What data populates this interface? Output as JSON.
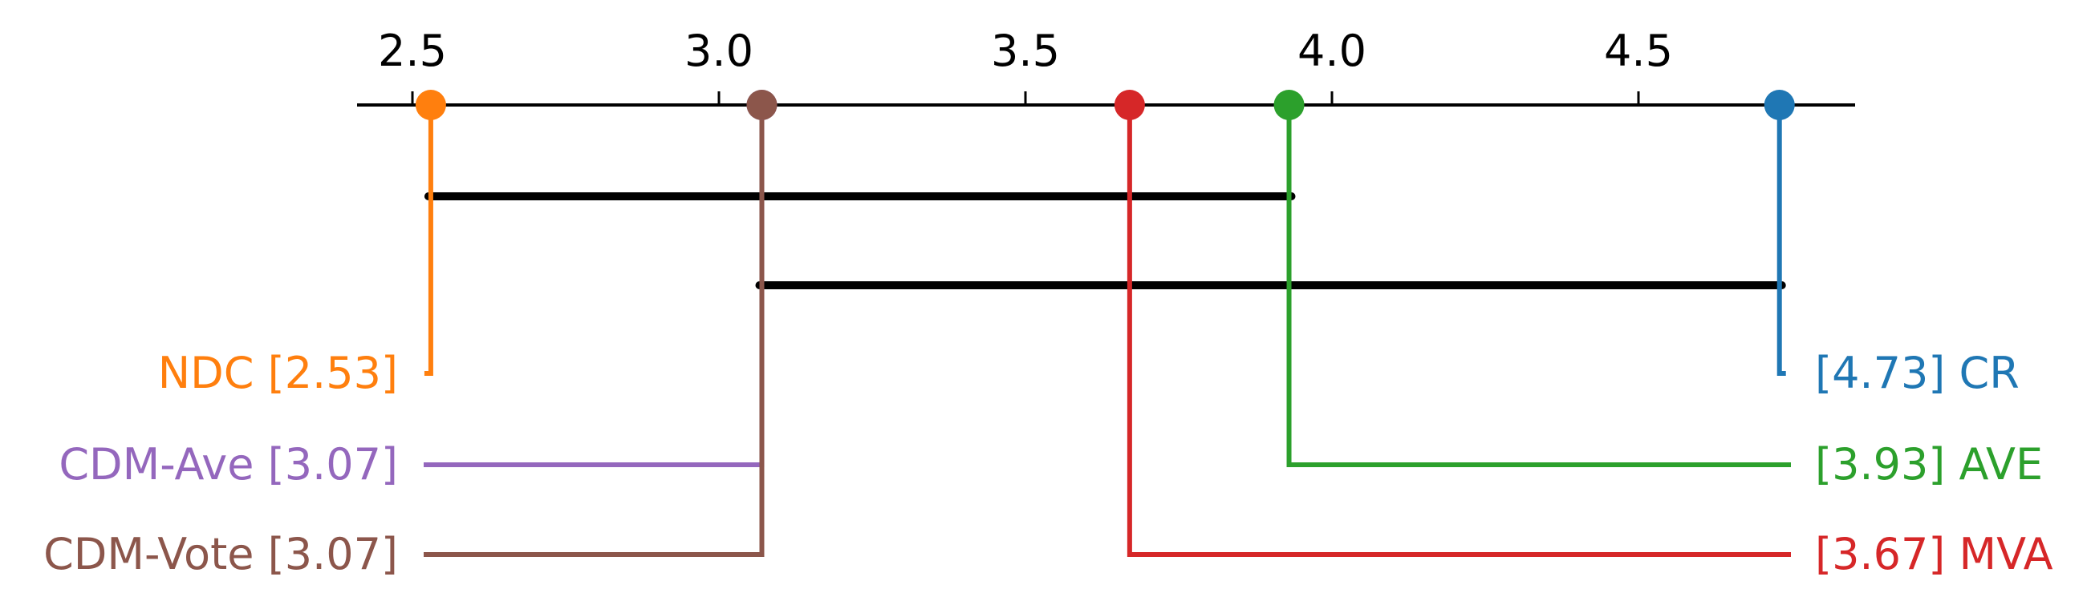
{
  "chart_data": {
    "type": "critical-difference",
    "xlim": [
      2.42,
      4.87
    ],
    "ticks": [
      2.5,
      3.0,
      3.5,
      4.0,
      4.5
    ],
    "tick_labels": [
      "2.5",
      "3.0",
      "3.5",
      "4.0",
      "4.5"
    ],
    "methods": [
      {
        "name": "NDC",
        "rank": 2.53,
        "rank_label": "2.53",
        "color": "#ff7f0e",
        "side": "left",
        "label": "NDC [2.53]"
      },
      {
        "name": "CDM-Ave",
        "rank": 3.07,
        "rank_label": "3.07",
        "color": "#9467bd",
        "side": "left",
        "label": "CDM-Ave [3.07]"
      },
      {
        "name": "CDM-Vote",
        "rank": 3.07,
        "rank_label": "3.07",
        "color": "#8c564b",
        "side": "left",
        "label": "CDM-Vote [3.07]"
      },
      {
        "name": "CR",
        "rank": 4.73,
        "rank_label": "4.73",
        "color": "#1f77b4",
        "side": "right",
        "label": "[4.73] CR"
      },
      {
        "name": "AVE",
        "rank": 3.93,
        "rank_label": "3.93",
        "color": "#2ca02c",
        "side": "right",
        "label": "[3.93] AVE"
      },
      {
        "name": "MVA",
        "rank": 3.67,
        "rank_label": "3.67",
        "color": "#d62728",
        "side": "right",
        "label": "[3.67] MVA"
      }
    ],
    "cliques": [
      {
        "from": 2.53,
        "to": 3.93
      },
      {
        "from": 3.07,
        "to": 4.73
      }
    ]
  }
}
